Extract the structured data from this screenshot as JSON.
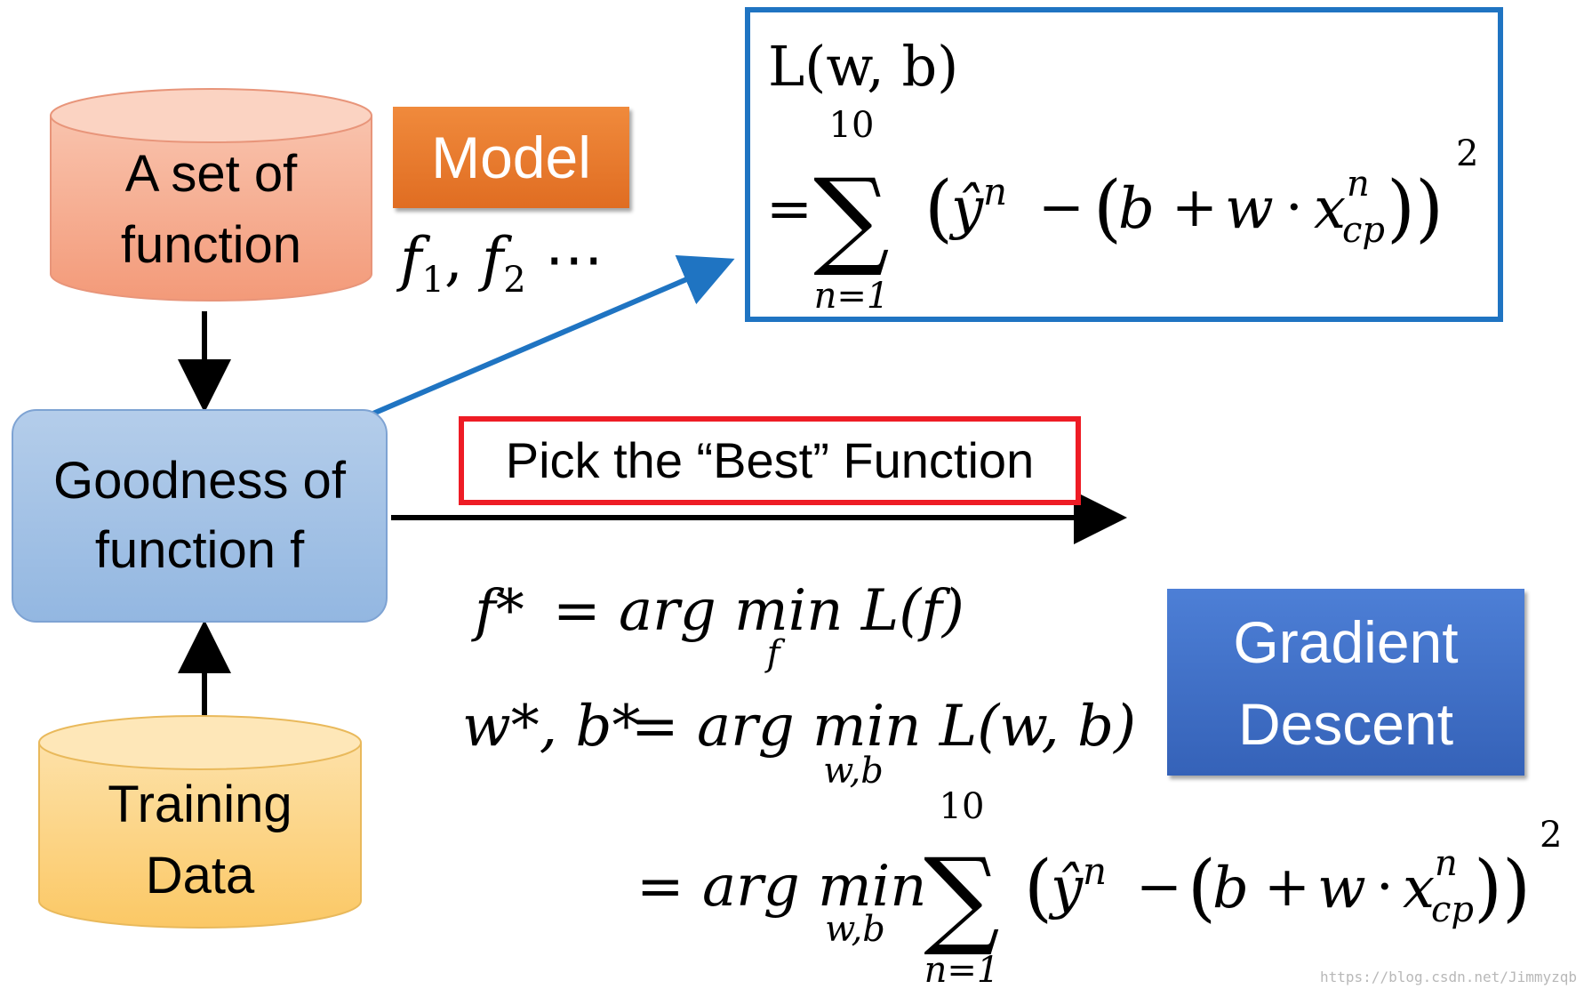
{
  "model_set": {
    "cylinder_line1": "A set of",
    "cylinder_line2": "function",
    "model_label": "Model",
    "functions": "f1, f2 ⋯",
    "f_symbol": "f",
    "f_sub1": "1",
    "f_sub2": "2",
    "ellipsis": "⋯"
  },
  "goodness": {
    "line1": "Goodness of",
    "line2": "function f"
  },
  "training": {
    "line1": "Training",
    "line2": "Data"
  },
  "pick": {
    "label": "Pick the “Best” Function"
  },
  "gradient": {
    "line1": "Gradient",
    "line2": "Descent"
  },
  "loss_formula": {
    "lhs": "L(w, b)",
    "sum_upper": "10",
    "sum_lower": "n=1",
    "body": "(ŷⁿ − (b + w · xⁿ_cp))²",
    "equals": "=",
    "sigma": "∑",
    "y_hat": "ŷ",
    "n": "n",
    "minus": "−",
    "open_paren": "(",
    "b": "b",
    "plus": "+",
    "w": "w",
    "dot": "·",
    "x": "x",
    "cp": "cp",
    "close_parens": "))",
    "squared": "2"
  },
  "argmin_f": {
    "lhs": "f*",
    "rhs": "= arg min L(f)",
    "under": "f"
  },
  "argmin_wb": {
    "lhs": "w*, b*",
    "rhs": "= arg min L(w, b)",
    "under": "w,b"
  },
  "argmin_sum": {
    "rhs": "= arg min",
    "under": "w,b",
    "sum_upper": "10",
    "sum_lower": "n=1",
    "body": "(ŷⁿ − (b + w · xⁿ_cp))²"
  },
  "watermark": "https://blog.csdn.net/Jimmyzqb",
  "colors": {
    "model_orange": "#e87a2e",
    "goodness_blue": "#a3c2e6",
    "training_yellow": "#fcd27e",
    "set_pink": "#f4a88b",
    "gradient_blue": "#4472c4",
    "loss_border": "#1f74c2",
    "pick_border": "#ee1c25"
  }
}
